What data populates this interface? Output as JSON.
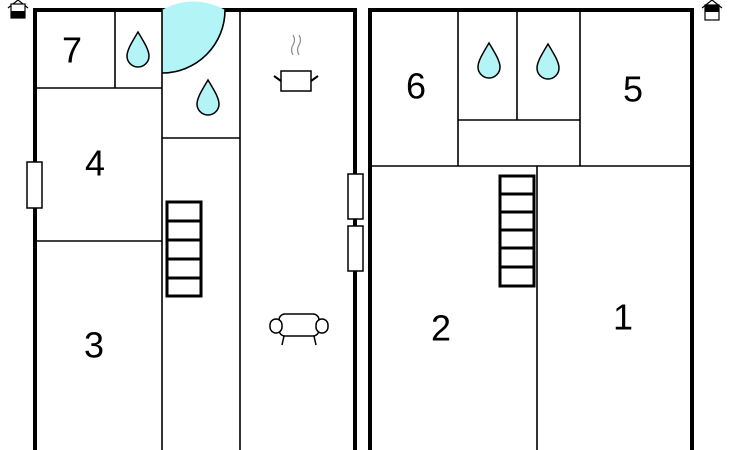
{
  "plan": {
    "left_building": {
      "rooms": [
        {
          "id": "room-7",
          "label": "7"
        },
        {
          "id": "room-4",
          "label": "4"
        },
        {
          "id": "room-3",
          "label": "3"
        }
      ]
    },
    "right_building": {
      "rooms": [
        {
          "id": "room-6",
          "label": "6"
        },
        {
          "id": "room-5",
          "label": "5"
        },
        {
          "id": "room-2",
          "label": "2"
        },
        {
          "id": "room-1",
          "label": "1"
        }
      ]
    },
    "colors": {
      "water": "#b3f5f7",
      "wall": "#000000"
    }
  }
}
